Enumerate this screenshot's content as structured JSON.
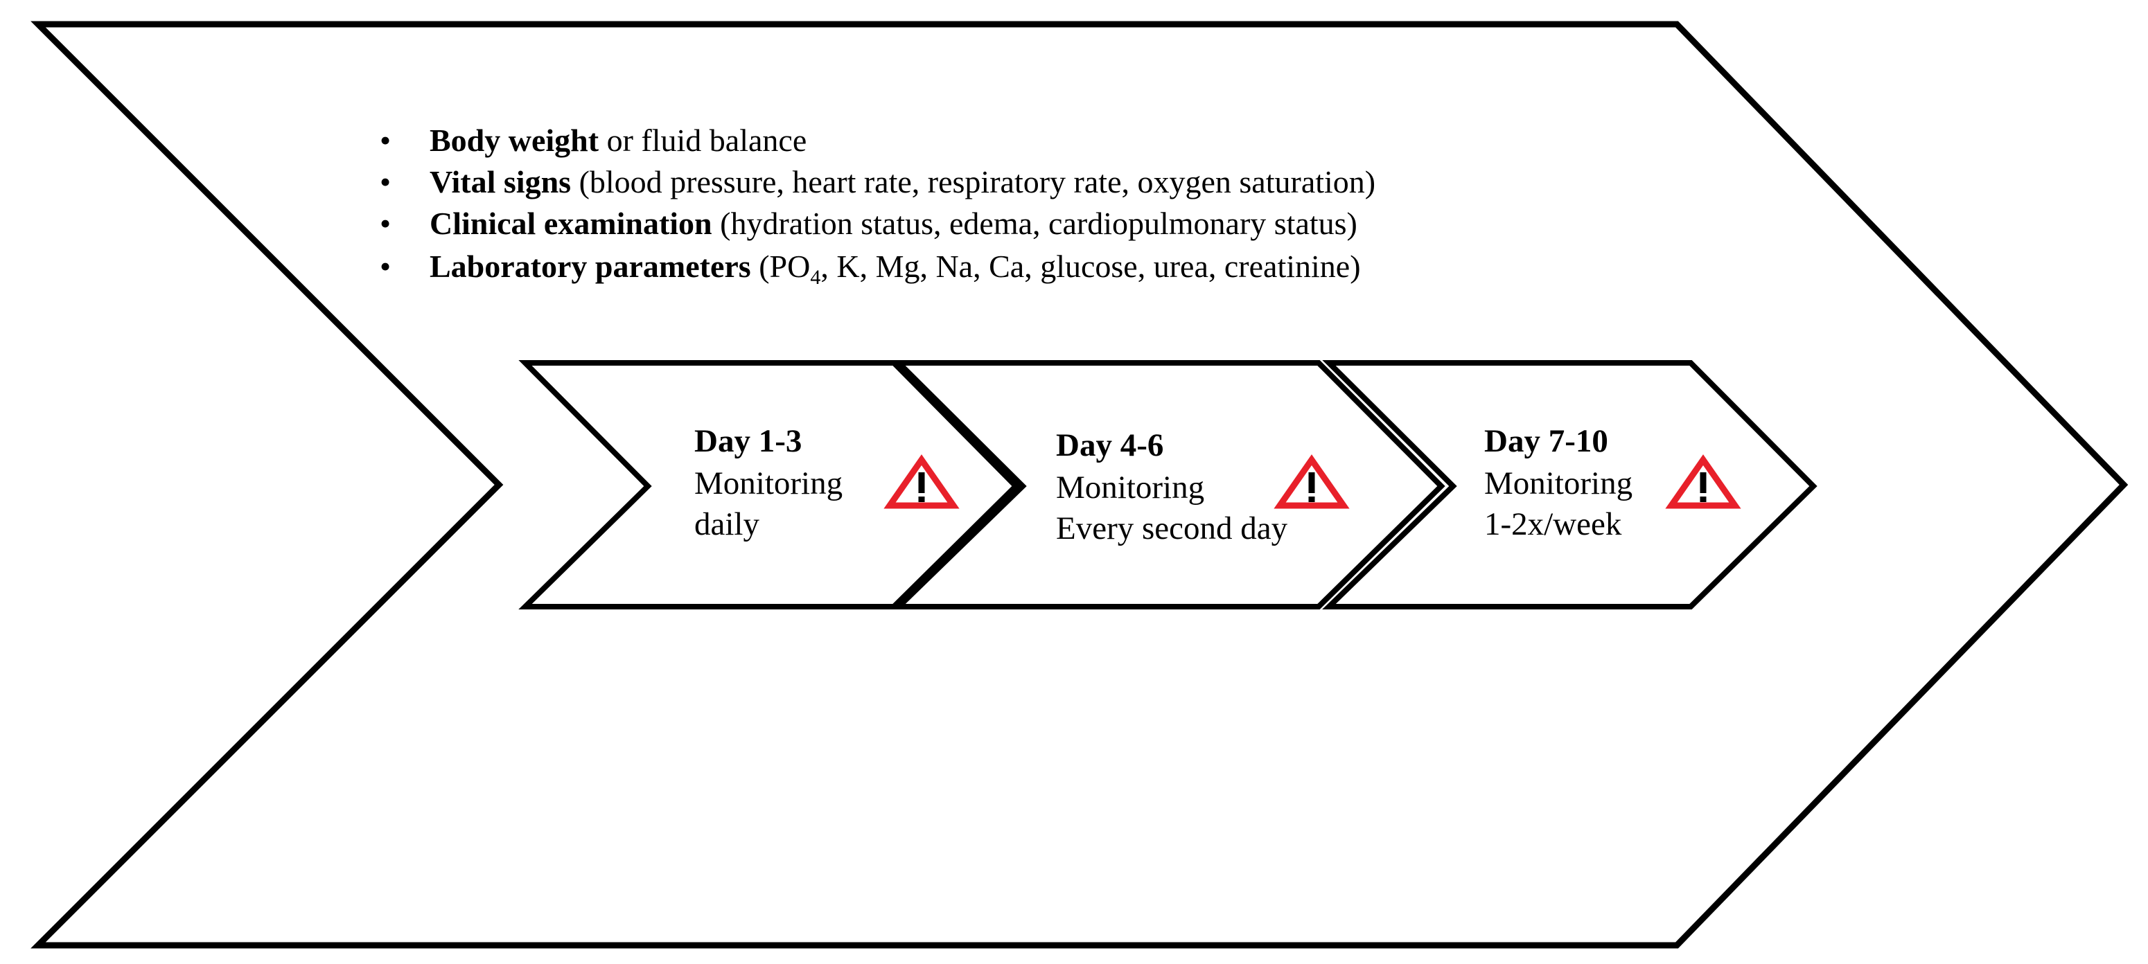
{
  "checklist": [
    {
      "bold": "Body weight",
      "rest": " or fluid balance"
    },
    {
      "bold": "Vital signs",
      "rest": " (blood pressure, heart rate, respiratory rate, oxygen saturation)"
    },
    {
      "bold": "Clinical examination",
      "rest": " (hydration status, edema, cardiopulmonary status)"
    },
    {
      "bold": "Laboratory parameters",
      "rest_pre": " (PO",
      "rest_sub": "4",
      "rest_post": ", K, Mg, Na, Ca, glucose, urea, creatinine)"
    }
  ],
  "bullet_char": "•",
  "stages": [
    {
      "title": "Day 1-3",
      "lines": [
        "Monitoring",
        "daily"
      ]
    },
    {
      "title": "Day 4-6",
      "lines": [
        "Monitoring",
        "Every second day"
      ]
    },
    {
      "title": "Day 7-10",
      "lines": [
        "Monitoring",
        "1-2x/week"
      ]
    }
  ],
  "warning_icon": {
    "name": "warning-triangle-icon",
    "symbol": "!",
    "color": "#e8202a"
  },
  "colors": {
    "outline": "#000000",
    "fill": "#ffffff"
  }
}
